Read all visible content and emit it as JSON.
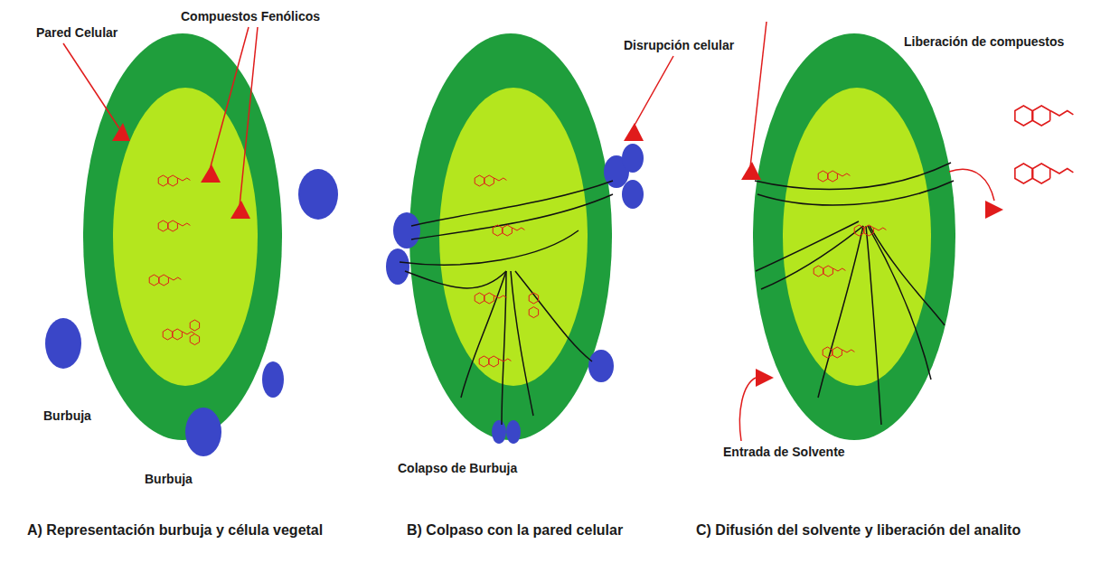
{
  "diagram": {
    "labels": [
      "Pared Celular",
      "Compuestos Fenólicos",
      "Burbuja",
      "Burbuja",
      "Disrupción celular",
      "Colapso de Burbuja",
      "Liberación de compuestos",
      "Entrada de Solvente",
      "A) Representación burbuja y célula vegetal",
      "B) Colpaso con la pared celular",
      "C) Difusión del solvente y liberación del analito"
    ]
  }
}
